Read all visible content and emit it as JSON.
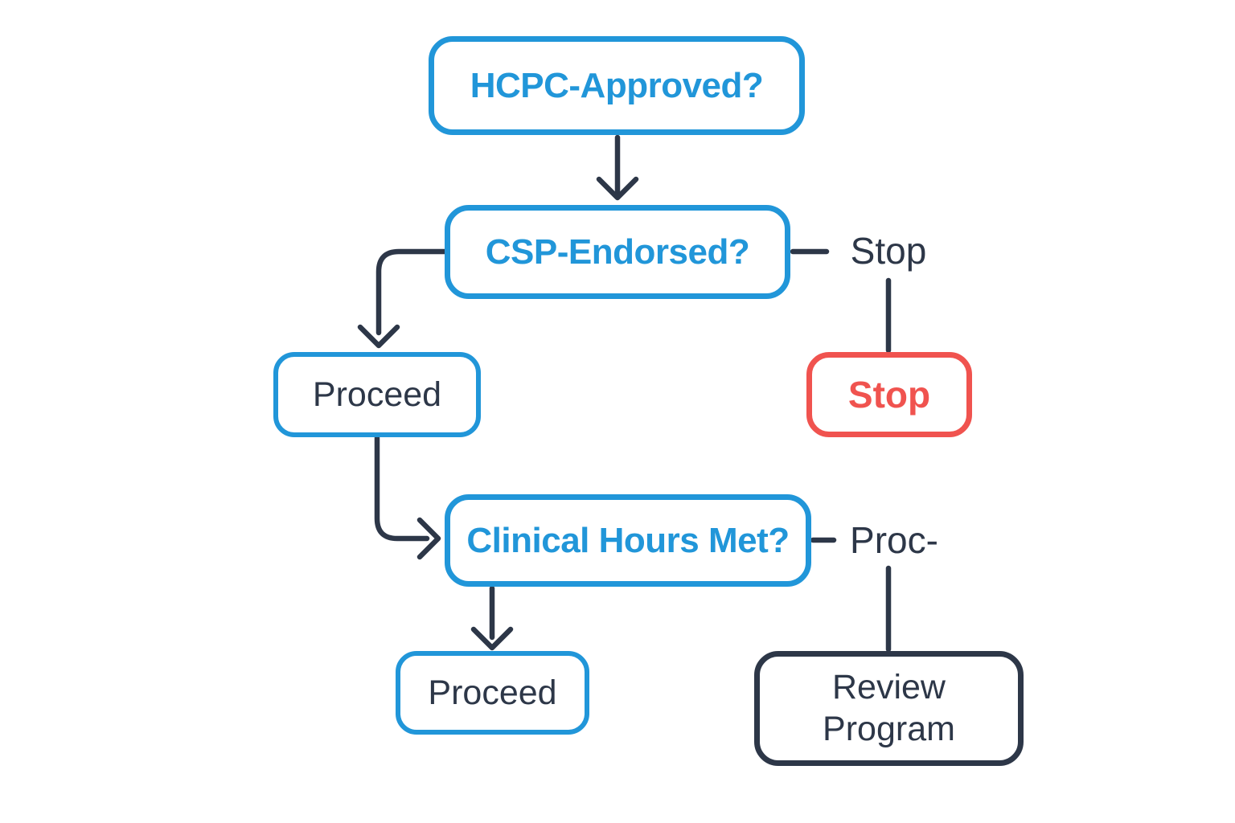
{
  "diagram": {
    "colors": {
      "blue": "#2196d9",
      "dark": "#2d3748",
      "red": "#f0534f",
      "bg": "#ffffff"
    },
    "nodes": {
      "hcpc": {
        "label": "HCPC-Approved?"
      },
      "csp": {
        "label": "CSP-Endorsed?"
      },
      "proceed1": {
        "label": "Proceed"
      },
      "stop": {
        "label": "Stop"
      },
      "clinical": {
        "label": "Clinical Hours Met?"
      },
      "proceed2": {
        "label": "Proceed"
      },
      "review": {
        "label": "Review Program"
      }
    },
    "edge_labels": {
      "csp_to_stop": "Stop",
      "clinical_to_review": "Proc-"
    }
  }
}
